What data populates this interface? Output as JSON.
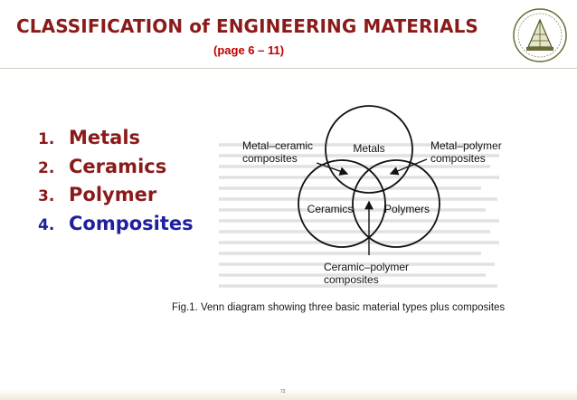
{
  "slide": {
    "title": "CLASSIFICATION of ENGINEERING MATERIALS",
    "subtitle": "(page 6 – 11)",
    "page_number": "72"
  },
  "list": {
    "items": [
      {
        "number": "1.",
        "label": "Metals"
      },
      {
        "number": "2.",
        "label": "Ceramics"
      },
      {
        "number": "3.",
        "label": "Polymer"
      },
      {
        "number": "4.",
        "label": "Composites"
      }
    ]
  },
  "diagram": {
    "circle_labels": {
      "metals": "Metals",
      "ceramics": "Ceramics",
      "polymers": "Polymers"
    },
    "composite_labels": {
      "metal_ceramic_line1": "Metal–ceramic",
      "metal_ceramic_line2": "composites",
      "metal_polymer_line1": "Metal–polymer",
      "metal_polymer_line2": "composites",
      "ceramic_polymer_line1": "Ceramic–polymer",
      "ceramic_polymer_line2": "composites"
    },
    "caption": "Fig.1. Venn diagram showing three basic material types plus composites"
  },
  "colors": {
    "title": "#8b1a1a",
    "subtitle": "#c00000",
    "list_red": "#8b1a1a",
    "list_blue": "#1f1f9f"
  }
}
